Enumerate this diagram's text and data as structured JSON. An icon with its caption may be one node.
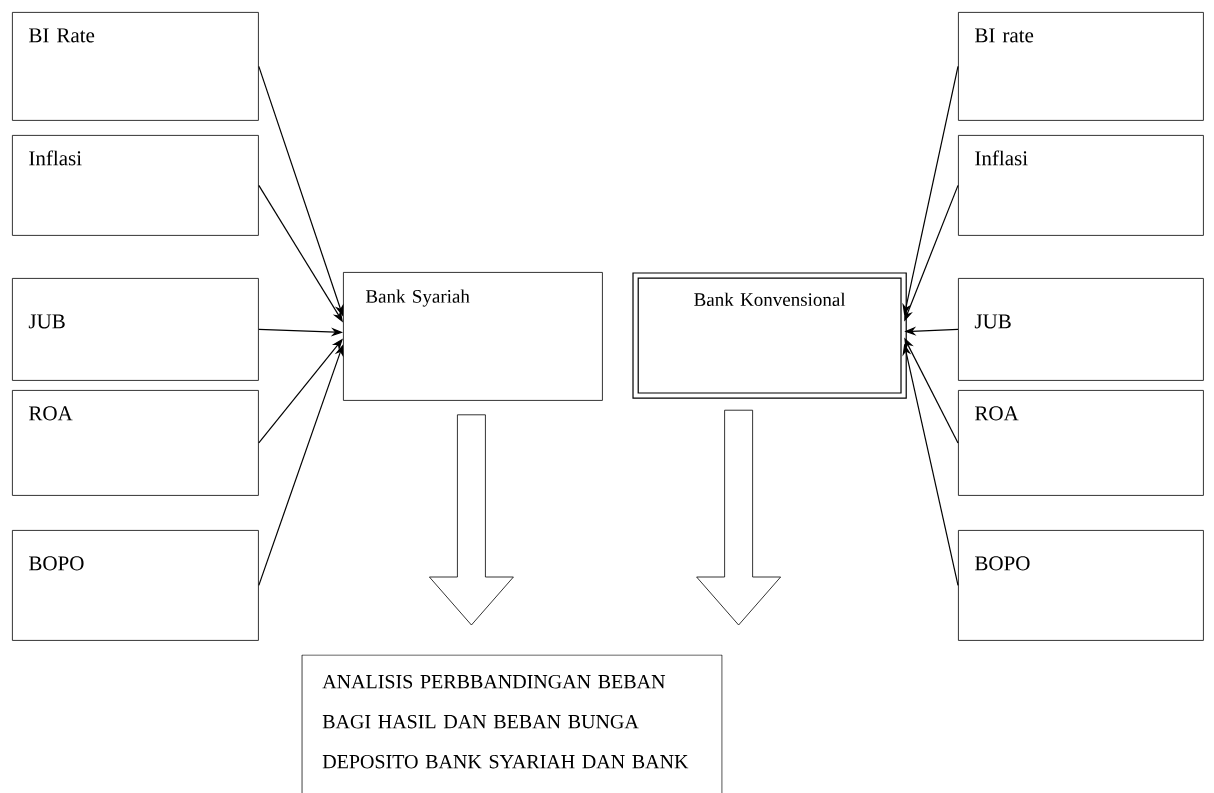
{
  "diagram": {
    "nodes": [
      {
        "text": [
          "BI Rate"
        ]
      },
      {
        "text": [
          "Inflasi"
        ]
      },
      {
        "text": [
          "JUB"
        ]
      },
      {
        "text": [
          "ROA"
        ]
      },
      {
        "text": [
          "BOPO"
        ]
      },
      {
        "text": [
          "Bank Syariah"
        ]
      },
      {
        "text": [
          "Bank Konvensional"
        ]
      },
      {
        "text": [
          "BI rate"
        ]
      },
      {
        "text": [
          "Inflasi"
        ]
      },
      {
        "text": [
          "JUB"
        ]
      },
      {
        "text": [
          "ROA"
        ]
      },
      {
        "text": [
          "BOPO"
        ]
      },
      {
        "text": [
          "ANALISIS PERBBANDINGAN BEBAN BAGI HASIL DAN BEBAN BUNGA DEPOSITO BANK SYARIAH DAN BANK"
        ]
      }
    ],
    "edges": [
      {
        "from": 0,
        "to": 5,
        "arrow": "to"
      },
      {
        "from": 1,
        "to": 5,
        "arrow": "to"
      },
      {
        "from": 2,
        "to": 5,
        "arrow": "to"
      },
      {
        "from": 3,
        "to": 5,
        "arrow": "to"
      },
      {
        "from": 4,
        "to": 5,
        "arrow": "to"
      },
      {
        "from": 7,
        "to": 6,
        "arrow": "to"
      },
      {
        "from": 8,
        "to": 6,
        "arrow": "to"
      },
      {
        "from": 9,
        "to": 6,
        "arrow": "to"
      },
      {
        "from": 10,
        "to": 6,
        "arrow": "to"
      },
      {
        "from": 11,
        "to": 6,
        "arrow": "to"
      },
      {
        "from": 5,
        "to": 12,
        "arrow": "to"
      },
      {
        "from": 6,
        "to": 12,
        "arrow": "to"
      }
    ]
  }
}
